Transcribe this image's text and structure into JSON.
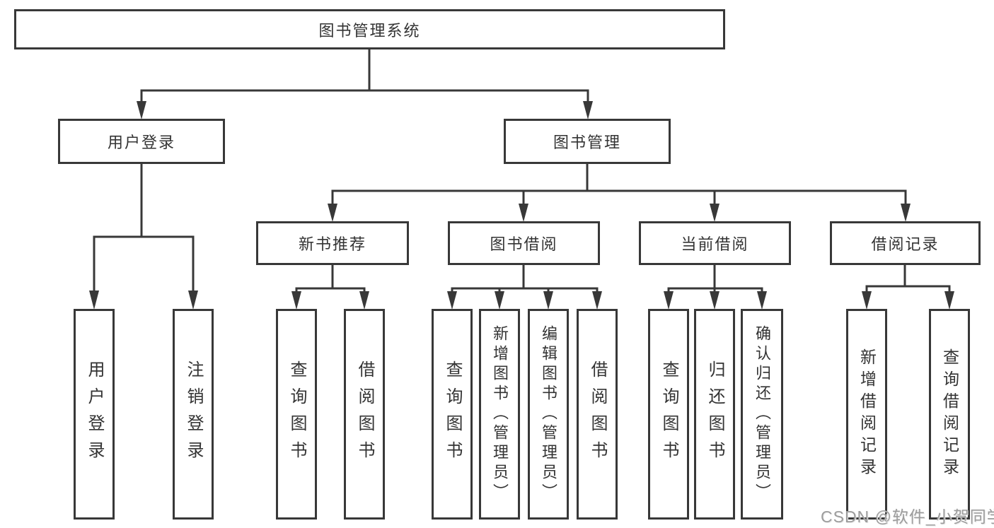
{
  "diagram_type": "hierarchy-tree",
  "colors": {
    "background": "#ffffff",
    "line": "#383838",
    "box_border": "#383838",
    "text": "#333333",
    "watermark": "#9c9c9c"
  },
  "tree": {
    "root": {
      "label": "图书管理系统"
    },
    "children": [
      {
        "label": "用户登录",
        "children": [
          {
            "label": "用户登录"
          },
          {
            "label": "注销登录"
          }
        ]
      },
      {
        "label": "图书管理",
        "children": [
          {
            "label": "新书推荐",
            "children": [
              {
                "label": "查询图书"
              },
              {
                "label": "借阅图书"
              }
            ]
          },
          {
            "label": "图书借阅",
            "children": [
              {
                "label": "查询图书"
              },
              {
                "label": "新增图书（管理员）"
              },
              {
                "label": "编辑图书（管理员）"
              },
              {
                "label": "借阅图书"
              }
            ]
          },
          {
            "label": "当前借阅",
            "children": [
              {
                "label": "查询图书"
              },
              {
                "label": "归还图书"
              },
              {
                "label": "确认归还（管理员）"
              }
            ]
          },
          {
            "label": "借阅记录",
            "children": [
              {
                "label": "新增借阅记录"
              },
              {
                "label": "查询借阅记录"
              }
            ]
          }
        ]
      }
    ]
  },
  "watermark": "CSDN @软件_小贺同学"
}
